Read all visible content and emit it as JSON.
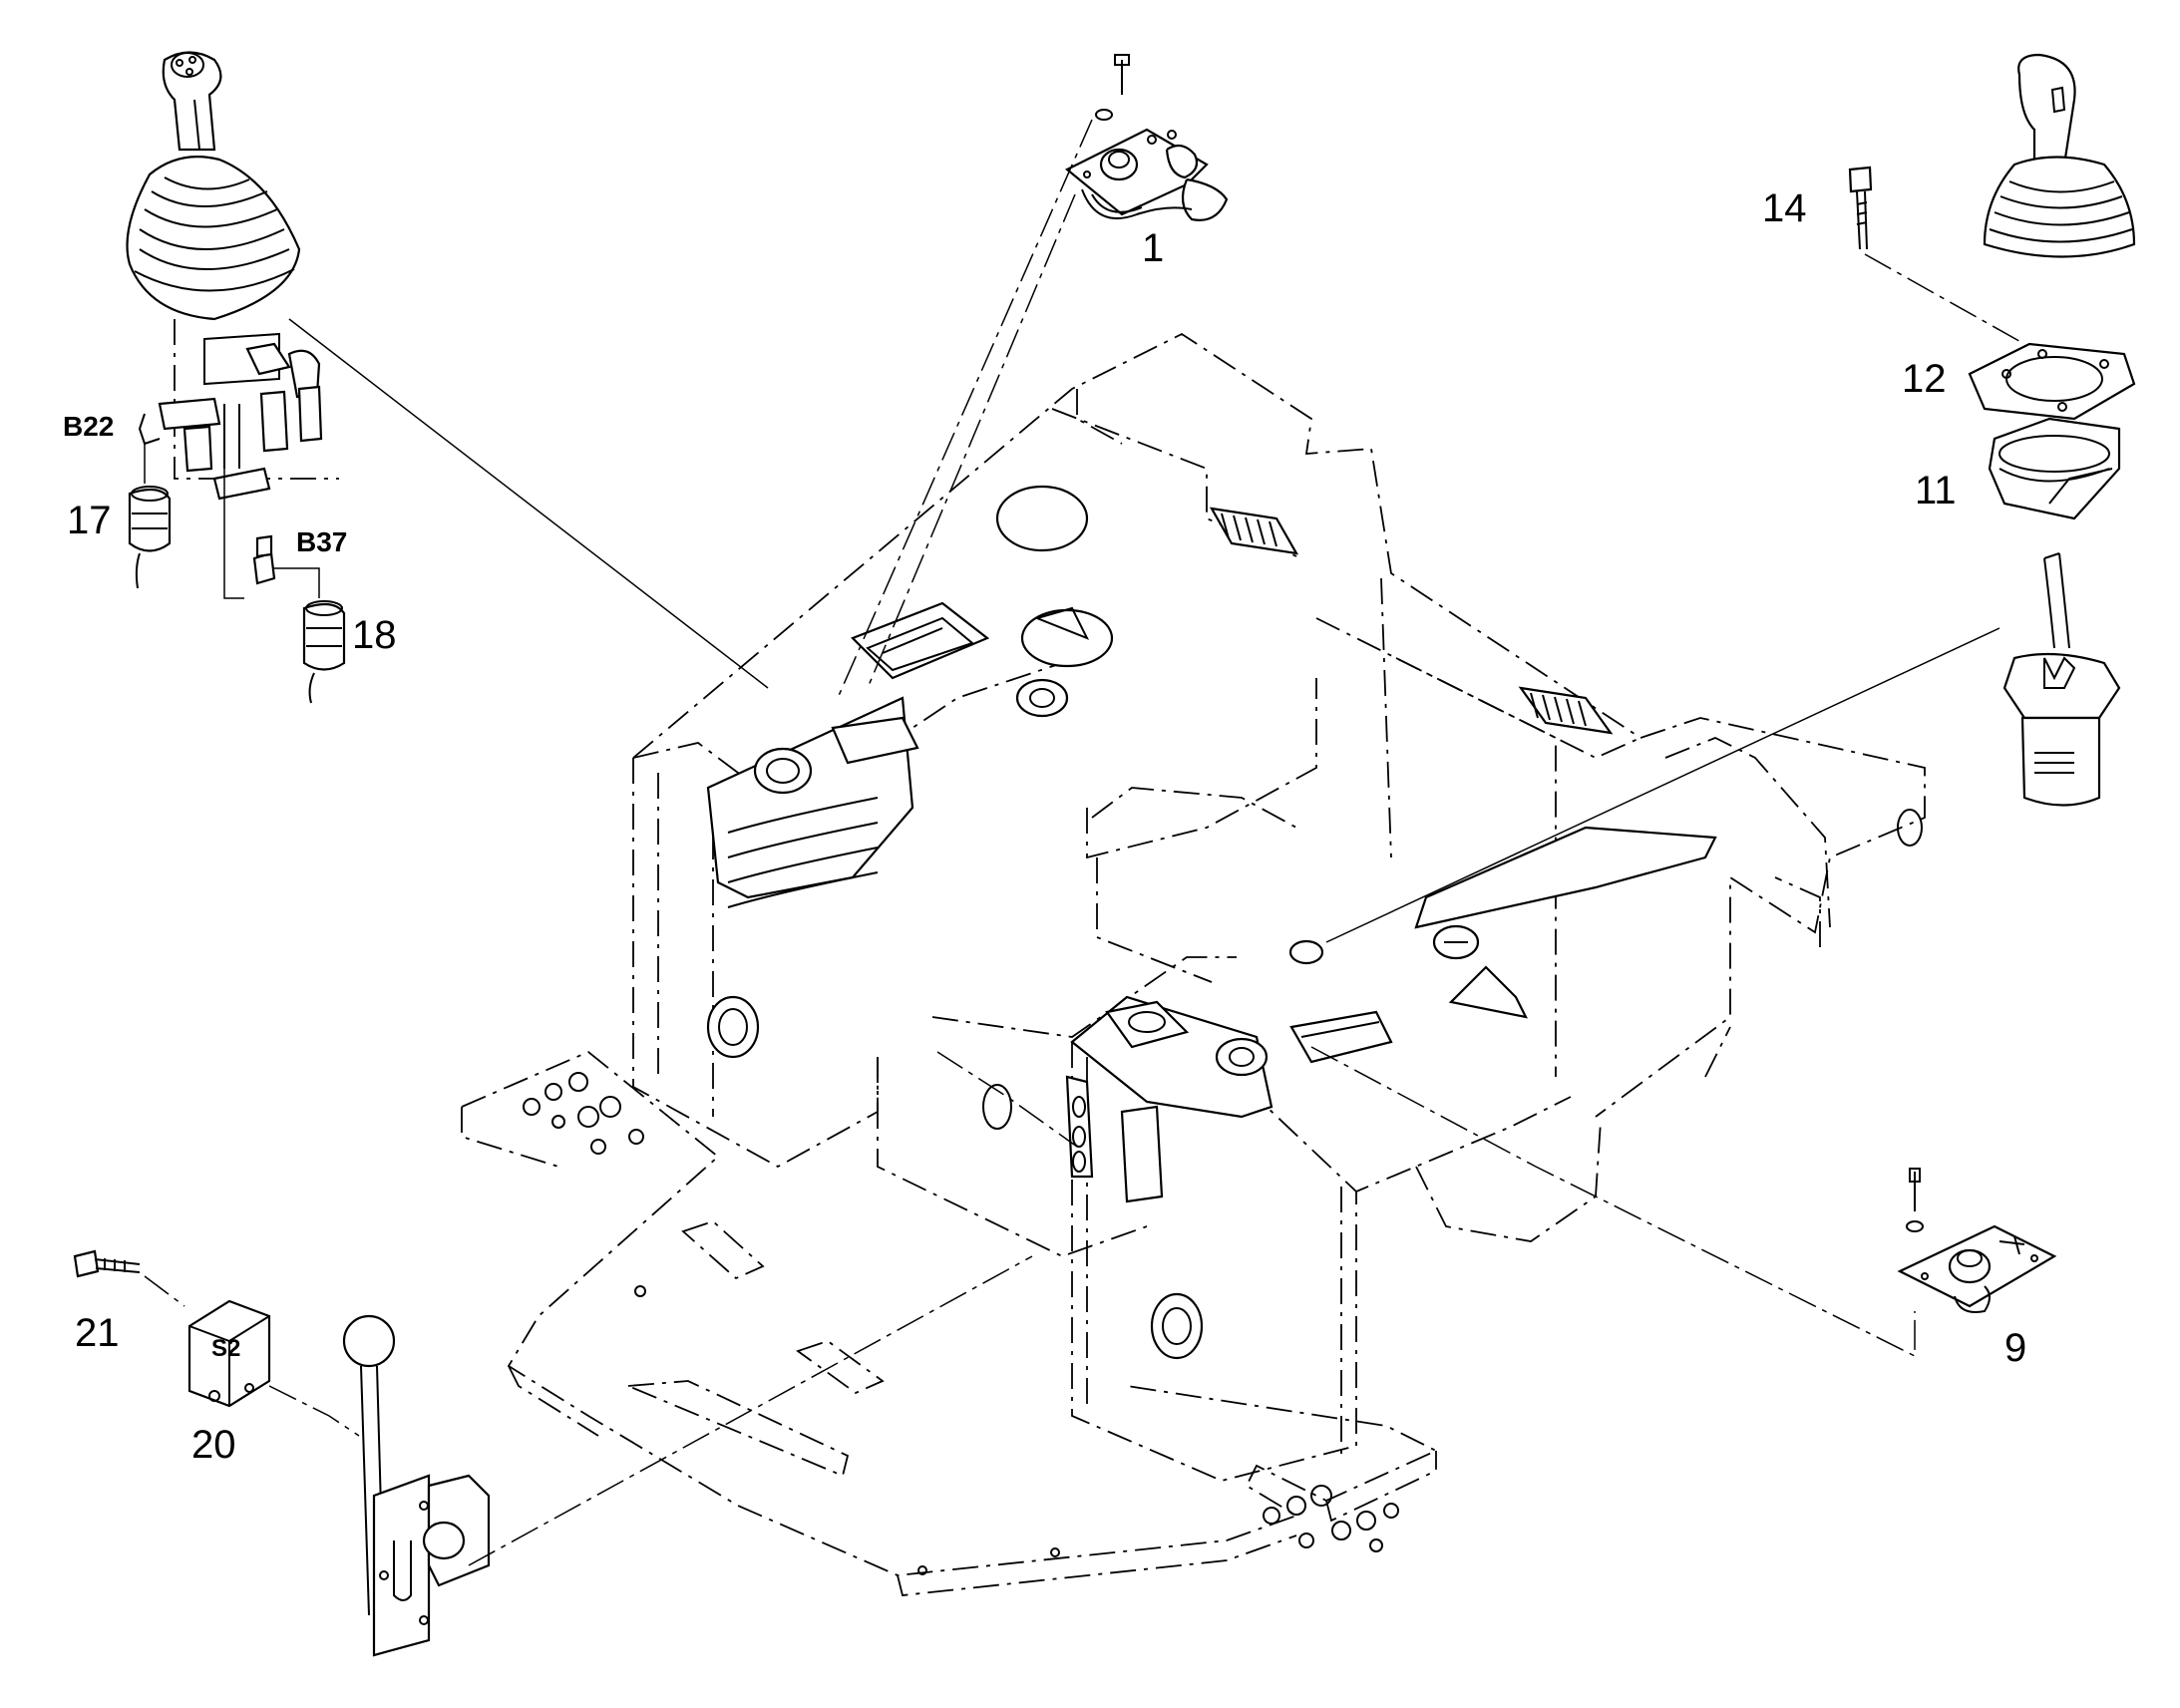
{
  "diagram": {
    "callouts": {
      "c1": "1",
      "c9": "9",
      "c11": "11",
      "c12": "12",
      "c14": "14",
      "c17": "17",
      "c18": "18",
      "c20": "20",
      "c21": "21"
    },
    "tags": {
      "b22": "B22",
      "b37": "B37",
      "s2": "S2"
    }
  }
}
